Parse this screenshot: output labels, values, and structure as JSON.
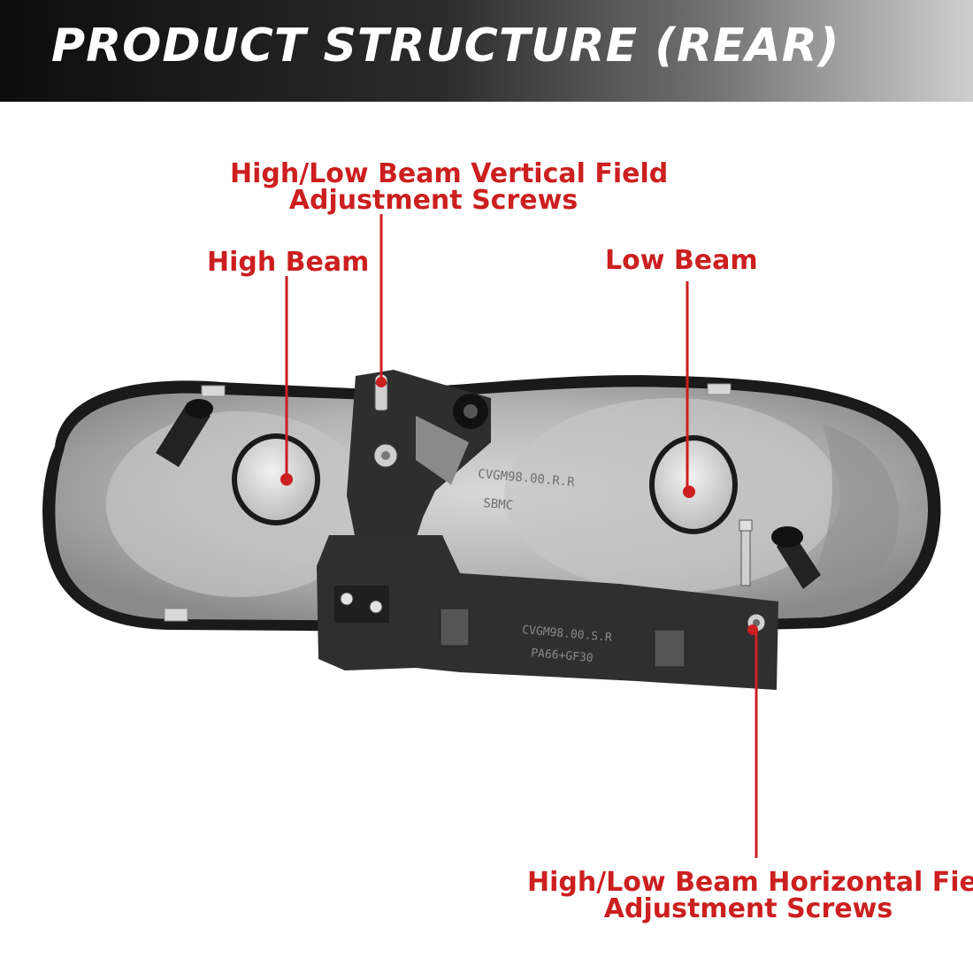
{
  "header": {
    "title": "PRODUCT STRUCTURE (REAR)"
  },
  "labels": {
    "vertical_screws": {
      "line1": "High/Low Beam Vertical Field",
      "line2": "Adjustment Screws"
    },
    "high_beam": "High Beam",
    "low_beam": "Low Beam",
    "horizontal_screws": {
      "line1": "High/Low Beam Horizontal Field",
      "line2": "Adjustment Screws"
    }
  },
  "embossed": {
    "code_top": "CVGM98.00.R.R",
    "code_bottom": "CVGM98.00.S.R",
    "material": "PA66+GF30",
    "code_side": "SBMC"
  },
  "colors": {
    "accent": "#cc1f1f",
    "banner_dark": "#0d0d0d",
    "housing": "#b9b9b9",
    "bracket": "#2e2e2e"
  }
}
